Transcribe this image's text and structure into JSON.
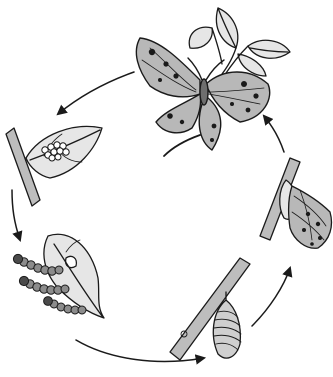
{
  "diagram": {
    "kind": "life-cycle",
    "subject": "butterfly",
    "stages": [
      {
        "id": "adult-butterfly",
        "icon": "butterfly-on-plant-icon"
      },
      {
        "id": "eggs-on-leaf",
        "icon": "egg-cluster-leaf-icon"
      },
      {
        "id": "caterpillars-on-leaf",
        "icon": "caterpillar-leaf-icon"
      },
      {
        "id": "chrysalis",
        "icon": "chrysalis-on-twig-icon"
      },
      {
        "id": "emerging-butterfly",
        "icon": "emerging-butterfly-icon"
      }
    ],
    "arrow_direction": "counter-clockwise",
    "colors": {
      "ink": "#1a1a1a",
      "wing_fill": "#b8b8b8",
      "leaf_fill": "#e6e6e6",
      "bark_fill": "#bdbdbd",
      "background": "#ffffff"
    }
  }
}
